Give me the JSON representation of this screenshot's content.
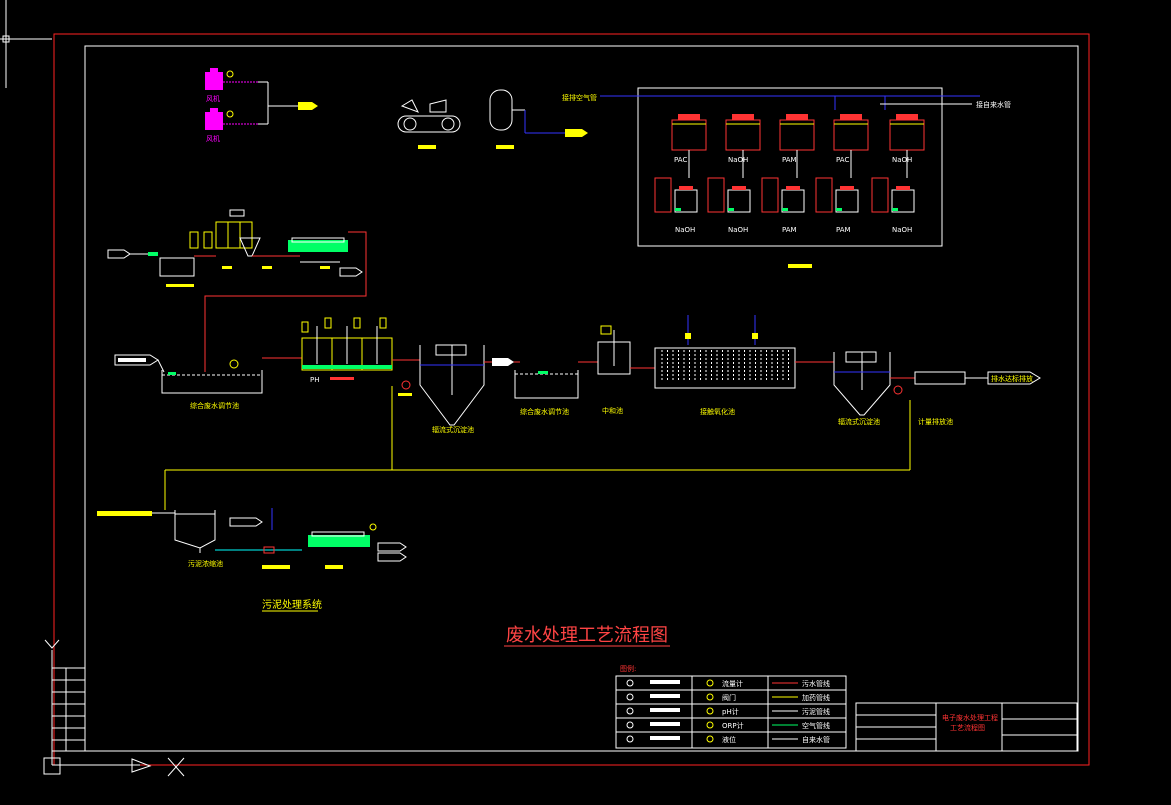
{
  "drawing": {
    "title": "废水处理工艺流程图",
    "sludge_system": "污泥处理系统",
    "legend_title": "图例:",
    "title_block": [
      "电子废水处理工程",
      "工艺流程图"
    ]
  },
  "labels": {
    "fan_1": "风机",
    "fan_2": "风机",
    "air_pipe": "接排空气管",
    "tap_water": "接自来水管",
    "collection_tank": "综合废水调节池",
    "sedimentation_1": "辐流式沉淀池",
    "equalization_tank": "综合废水调节池",
    "neutralization_tank": "中和池",
    "contact_oxidation": "接触氧化池",
    "sedimentation_2": "辐流式沉淀池",
    "metering_tank": "计量排放池",
    "discharge": "排水达标排放",
    "sludge_tank": "污泥浓缩池",
    "ph_tag": "PH"
  },
  "dosing_tanks": {
    "top": [
      "PAC",
      "NaOH",
      "PAM",
      "PAC",
      "NaOH"
    ],
    "bottom": [
      "NaOH",
      "NaOH",
      "PAM",
      "PAM",
      "NaOH"
    ]
  },
  "legend": {
    "col2": [
      "流量计",
      "阀门",
      "pH计",
      "ORP计",
      "液位"
    ],
    "col3": [
      "污水管线",
      "加药管线",
      "污泥管线",
      "空气管线",
      "自来水管"
    ],
    "line_colors": [
      "#ff3333",
      "#ffff00",
      "#ffffff",
      "#00ff66",
      "#ffffff"
    ]
  },
  "colors": {
    "frame": "#ff2222",
    "sewage": "#ff3333",
    "chemical": "#ffff00",
    "air": "#3333ff",
    "sludge": "#ffffff",
    "equipment": "#ffff00",
    "pump": "#00ff66"
  }
}
